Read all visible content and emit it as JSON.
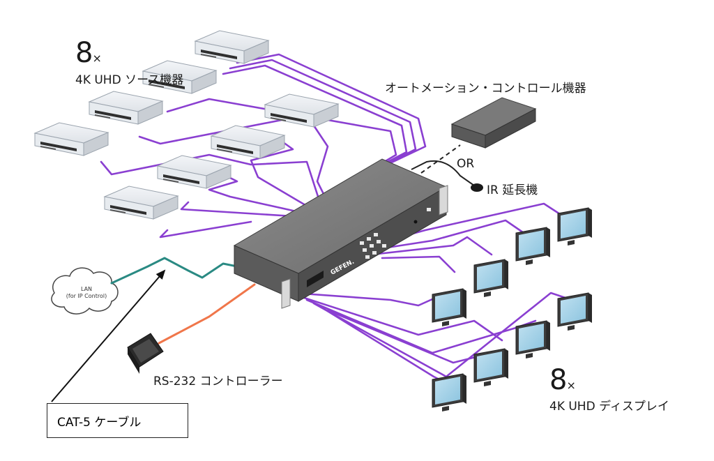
{
  "sources": {
    "count": "8",
    "times": "×",
    "label": "4K UHD ソース機器"
  },
  "automation": {
    "label": "オートメーション・コントロール機器"
  },
  "or_label": "OR",
  "ir": {
    "label": "IR 延長機"
  },
  "lan": {
    "line1": "LAN",
    "line2": "(for IP Control)"
  },
  "rs232": {
    "label": "RS-232 コントローラー"
  },
  "displays": {
    "count": "8",
    "times": "×",
    "label": "4K UHD ディスプレイ"
  },
  "cat5": {
    "label": "CAT-5 ケーブル"
  },
  "switcher": {
    "brand": "GEFEN."
  },
  "colors": {
    "hdmi": "#8a3fd1",
    "network": "#2a8a83",
    "serial": "#f0764a",
    "device_gray": "#6a6a6a"
  }
}
